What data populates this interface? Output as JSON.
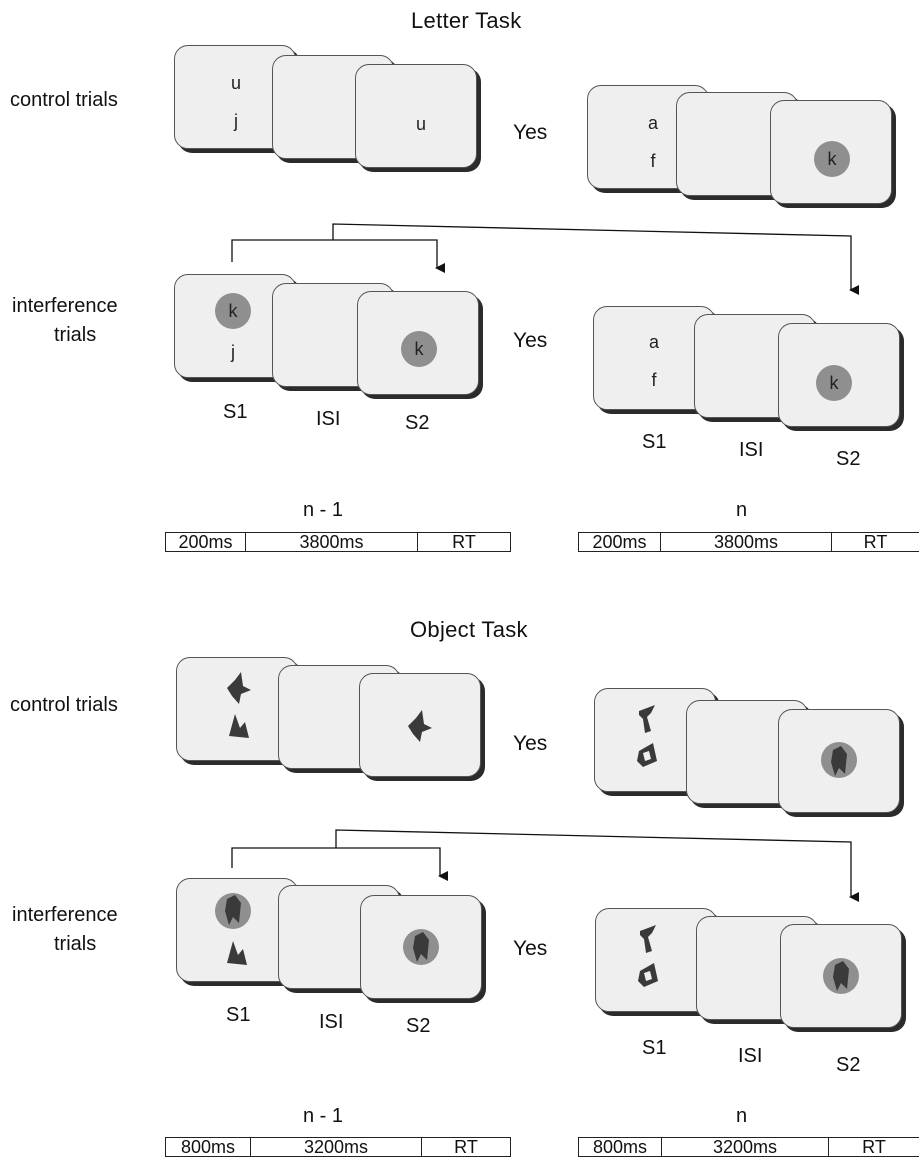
{
  "letter_task": {
    "title": "Letter Task",
    "control_label": "control trials",
    "interference_label_1": "interference",
    "interference_label_2": "trials",
    "control_left": {
      "s1_top": "u",
      "s1_bottom": "j",
      "s2": "u",
      "response": "Yes"
    },
    "control_right": {
      "s1_top": "a",
      "s1_bottom": "f",
      "s2": "k"
    },
    "interference_left": {
      "s1_top": "k",
      "s1_bottom": "j",
      "s2": "k",
      "response": "Yes",
      "s1_label": "S1",
      "isi_label": "ISI",
      "s2_label": "S2"
    },
    "interference_right": {
      "s1_top": "a",
      "s1_bottom": "f",
      "s2": "k",
      "s1_label": "S1",
      "isi_label": "ISI",
      "s2_label": "S2"
    },
    "timeline_left": {
      "label": "n - 1",
      "segments": [
        "200ms",
        "3800ms",
        "RT"
      ]
    },
    "timeline_right": {
      "label": "n",
      "segments": [
        "200ms",
        "3800ms",
        "RT"
      ]
    }
  },
  "object_task": {
    "title": "Object Task",
    "control_label": "control trials",
    "interference_label_1": "interference",
    "interference_label_2": "trials",
    "control_left": {
      "response": "Yes"
    },
    "interference_left": {
      "response": "Yes",
      "s1_label": "S1",
      "isi_label": "ISI",
      "s2_label": "S2"
    },
    "interference_right": {
      "s1_label": "S1",
      "isi_label": "ISI",
      "s2_label": "S2"
    },
    "timeline_left": {
      "label": "n - 1",
      "segments": [
        "800ms",
        "3200ms",
        "RT"
      ]
    },
    "timeline_right": {
      "label": "n",
      "segments": [
        "800ms",
        "3200ms",
        "RT"
      ]
    }
  },
  "colors": {
    "card_fill": "#efefef",
    "card_shadow": "#2b2b2b",
    "highlight_disc": "#8f8f8f",
    "shape_fill": "#3a3a3a"
  }
}
